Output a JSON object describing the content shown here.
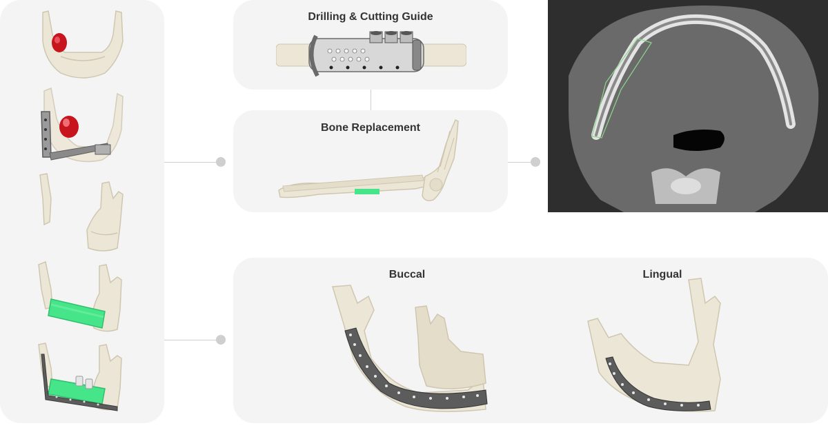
{
  "guide_card": {
    "title": "Drilling & Cutting Guide"
  },
  "bone_card": {
    "title": "Bone Replacement"
  },
  "plate_card": {
    "buccal_title": "Buccal",
    "lingual_title": "Lingual"
  },
  "colors": {
    "bone": "#ece6d6",
    "bone_shadow": "#cfc6b0",
    "tumor_red": "#c8141c",
    "graft_green": "#47e58a",
    "titanium": "#5c5c5c",
    "panel": "#f4f4f4",
    "connector": "#cfcfcf",
    "ct_background": "#3b3b3b"
  },
  "steps": [
    {
      "icon": "mandible-tumor-icon"
    },
    {
      "icon": "mandible-guide-icon"
    },
    {
      "icon": "mandible-resected-icon"
    },
    {
      "icon": "mandible-graft-icon"
    },
    {
      "icon": "mandible-plate-implant-icon"
    }
  ]
}
